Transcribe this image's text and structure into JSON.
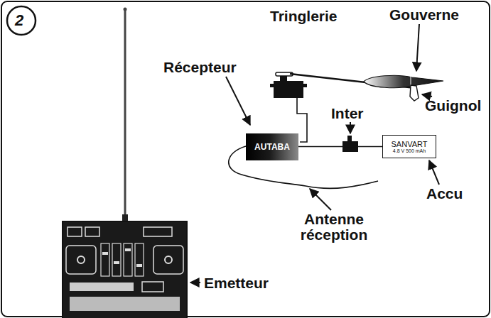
{
  "diagram": {
    "nodes": [
      {
        "text": [
          "AUTABA"
        ]
      },
      {
        "text": [
          "SANVART",
          "4.8 V 500 mAh"
        ]
      }
    ],
    "edges": [
      {
        "from": 0,
        "to": 1,
        "arrow": "none"
      }
    ],
    "labels": [
      "2",
      "Tringlerie",
      "Gouverne",
      "Récepteur",
      "Inter",
      "Guignol",
      "Accu",
      "Antenne réception",
      "Emetteur"
    ]
  }
}
